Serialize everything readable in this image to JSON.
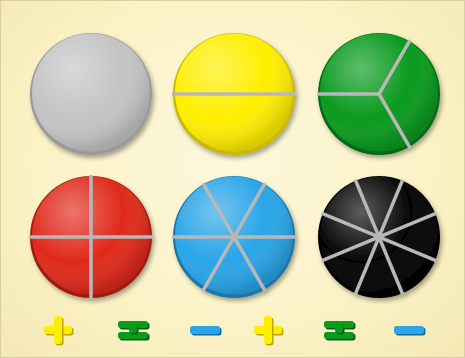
{
  "palette": {
    "background": "#fbf2c6",
    "gap": "#b8b8b8"
  },
  "discs": [
    {
      "name": "whole-disc",
      "color": "#c4c4c4",
      "dark": "#9a9a9a",
      "pieces": 1
    },
    {
      "name": "halves-disc",
      "color": "#ffee00",
      "dark": "#c9b800",
      "pieces": 2
    },
    {
      "name": "thirds-disc",
      "color": "#0a9a1e",
      "dark": "#066b13",
      "pieces": 3
    },
    {
      "name": "quarters-disc",
      "color": "#e02a1c",
      "dark": "#9e1a10",
      "pieces": 4
    },
    {
      "name": "sixths-disc",
      "color": "#2aa5e8",
      "dark": "#1a74a8",
      "pieces": 6
    },
    {
      "name": "eighths-disc",
      "color": "#050505",
      "dark": "#000000",
      "pieces": 8
    }
  ],
  "symbols": [
    {
      "name": "plus-icon",
      "kind": "plus",
      "color": "#ffee00",
      "dark": "#b9a700"
    },
    {
      "name": "equals-icon",
      "kind": "equals",
      "color": "#0a9a1e",
      "dark": "#055e10"
    },
    {
      "name": "minus-icon",
      "kind": "minus",
      "color": "#2aa5e8",
      "dark": "#146a9c"
    },
    {
      "name": "plus-icon",
      "kind": "plus",
      "color": "#ffee00",
      "dark": "#b9a700"
    },
    {
      "name": "equals-icon",
      "kind": "equals",
      "color": "#0a9a1e",
      "dark": "#055e10"
    },
    {
      "name": "minus-icon",
      "kind": "minus",
      "color": "#2aa5e8",
      "dark": "#146a9c"
    }
  ]
}
